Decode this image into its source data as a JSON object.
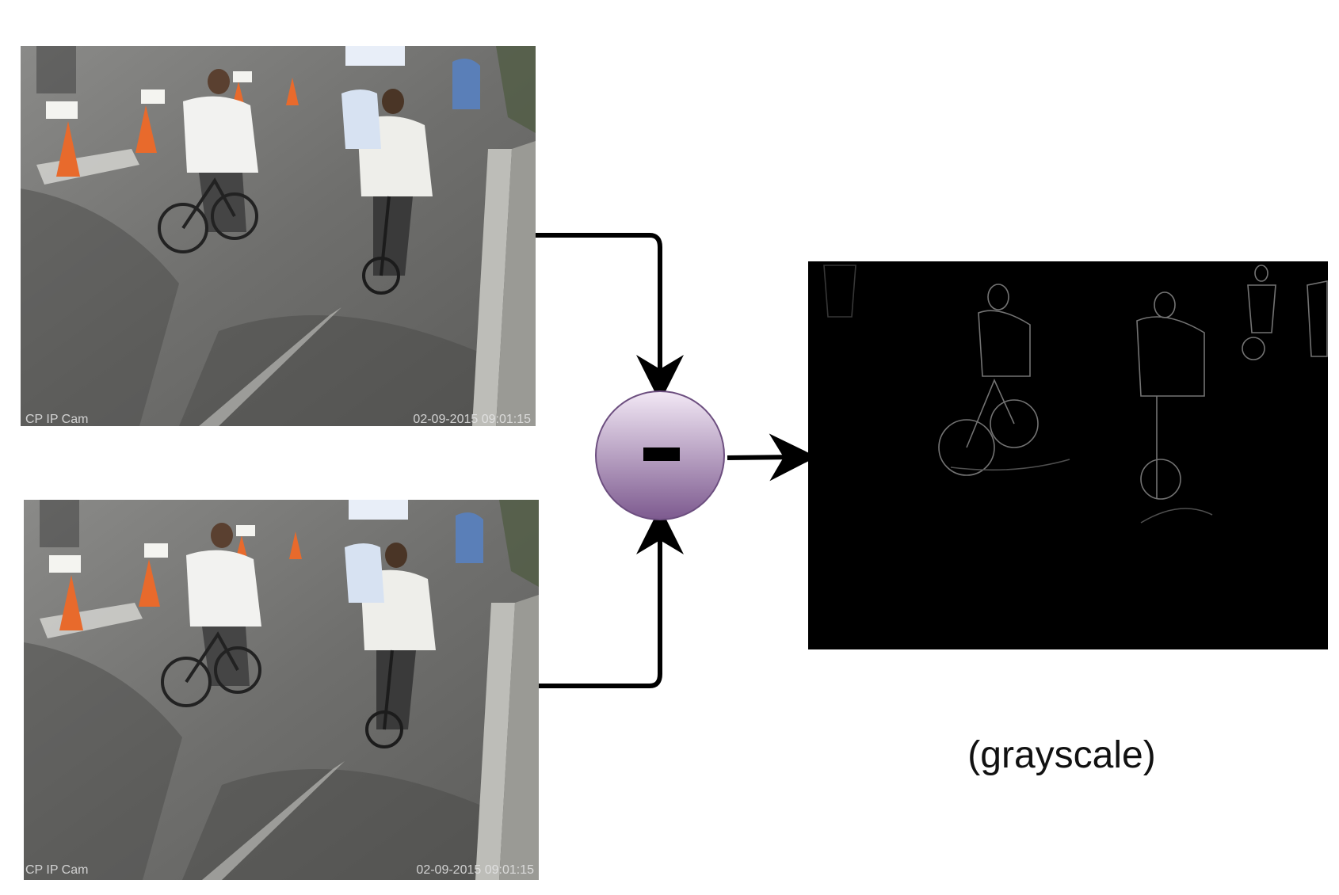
{
  "frames": [
    {
      "camera_label": "CP IP Cam",
      "timestamp": "02-09-2015 09:01:15"
    },
    {
      "camera_label": "CP IP Cam",
      "timestamp": "02-09-2015 09:01:15"
    }
  ],
  "operator": {
    "symbol": "subtract"
  },
  "output": {
    "caption": "(grayscale)"
  },
  "colors": {
    "operator_fill_top": "#f2e8f5",
    "operator_fill_bottom": "#7d5a8f",
    "operator_stroke": "#6c4e7f",
    "arrow": "#000000",
    "output_background": "#000000"
  }
}
